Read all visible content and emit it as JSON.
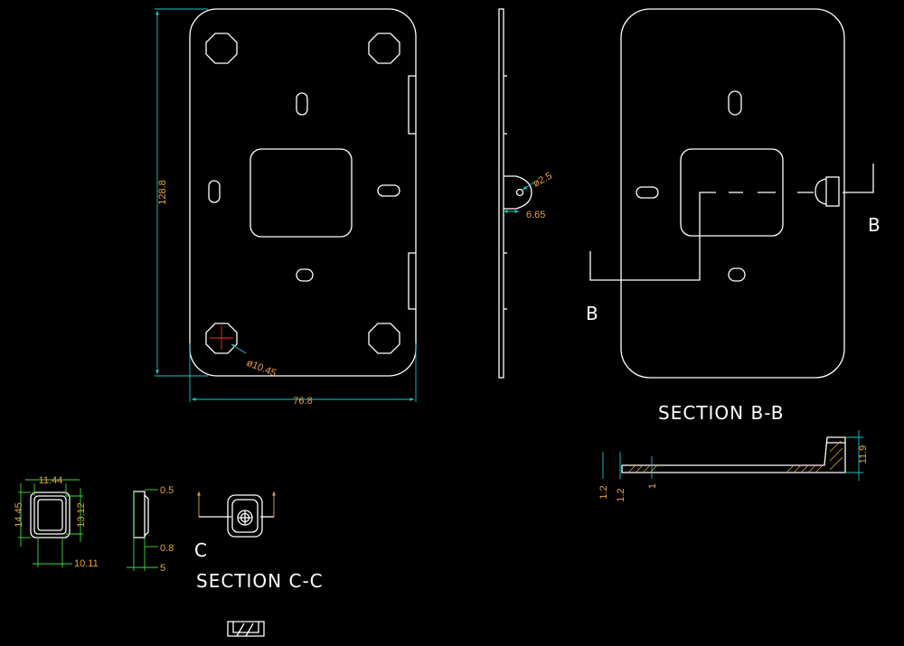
{
  "colors": {
    "background": "#000000",
    "outline": "#ffffff",
    "dimension_line": "#19c8c8",
    "dimension_line_alt": "#3ddc3d",
    "dimension_text": "#e8a23a",
    "center_mark": "#ff3030"
  },
  "plan_view": {
    "height_dim": "128.8",
    "width_dim": "76.8",
    "hole_dim": "ø10.45"
  },
  "side_view": {
    "hole_dim": "ø2.5",
    "offset_dim": "6.65"
  },
  "section_b": {
    "title": "SECTION B-B",
    "marker_left": "B",
    "marker_right": "B",
    "dims": {
      "flange_height": "11.9",
      "thickness_a": "1.2",
      "thickness_b": "1.2",
      "thickness_c": "1"
    }
  },
  "detail_c": {
    "title": "SECTION C-C",
    "marker": "C",
    "dims": {
      "top_width": "11.44",
      "outer_height": "14.45",
      "inner_height": "13.12",
      "bottom_width": "10.11",
      "top_offset": "0.5",
      "lower_offset": "0.8",
      "depth": "5"
    }
  }
}
